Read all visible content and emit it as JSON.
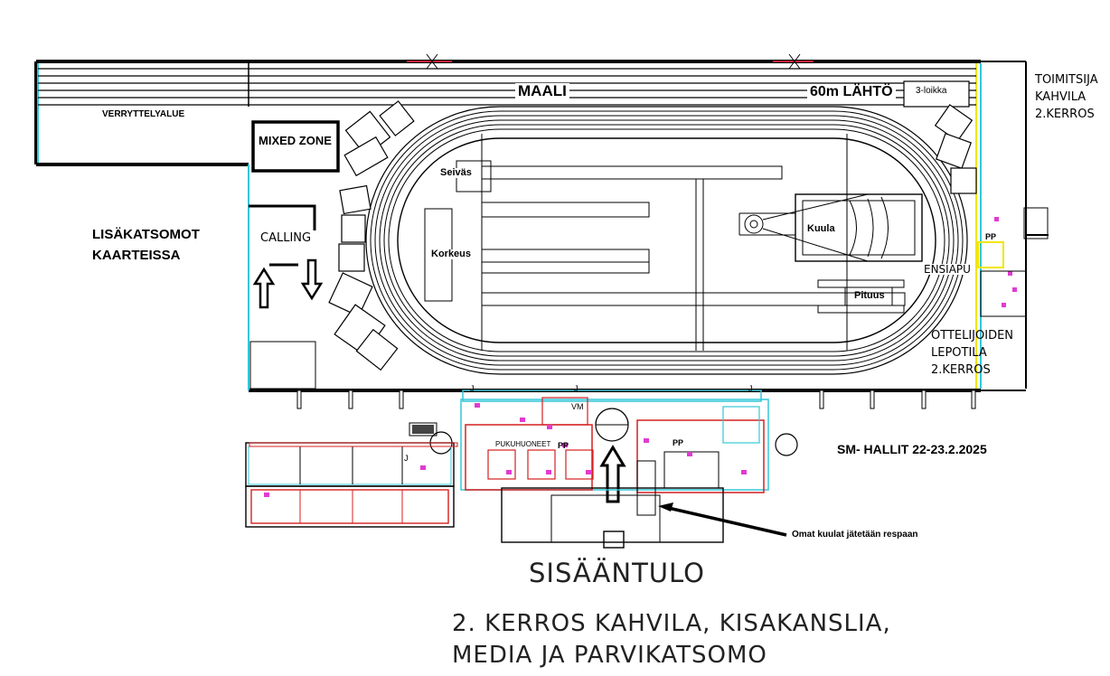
{
  "map": {
    "labels": {
      "maali": "MAALI",
      "start_60m": "60m LÄHTÖ",
      "triple_jump": "3-loikka",
      "warmup_area": "VERRYTTELYALUE",
      "mixed_zone": "MIXED ZONE",
      "calling": "CALLING",
      "extra_stands_line1": "LISÄKATSOMOT",
      "extra_stands_line2": "KAARTEISSA",
      "pole_vault": "Seiväs",
      "high_jump": "Korkeus",
      "shot_put": "Kuula",
      "long_jump": "Pituus",
      "first_aid": "ENSIAPU",
      "officials_line1": "TOIMITSIJA",
      "officials_line2": "KAHVILA",
      "officials_line3": "2.KERROS",
      "athletes_line1": "OTTELIJOIDEN",
      "athletes_line2": "LEPOTILA",
      "athletes_line3": "2.KERROS",
      "event_title": "SM- HALLIT 22-23.2.2025",
      "shot_note": "Omat kuulat jätetään respaan",
      "dressing_rooms": "PUKUHUONEET",
      "pp": "PP",
      "vm": "VM",
      "j": "J",
      "entrance": "SISÄÄNTULO",
      "second_floor_line1": "2. KERROS KAHVILA, KISAKANSLIA,",
      "second_floor_line2": "MEDIA JA PARVIKATSOMO"
    },
    "colors": {
      "walls": "#000000",
      "wall_cyan": "#33c7d8",
      "rooms_red": "#d62020",
      "doors_magenta": "#e23ad2",
      "door_red": "#cc1a3a",
      "first_aid_yellow": "#f2e600"
    }
  }
}
